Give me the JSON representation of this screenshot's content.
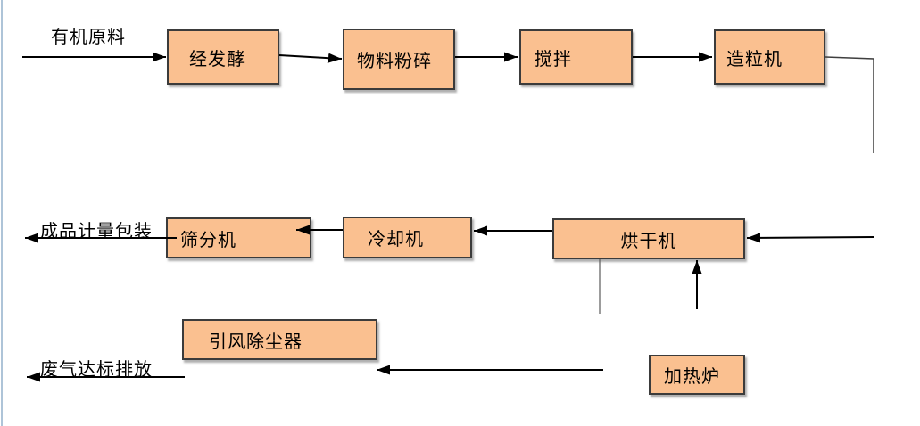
{
  "diagram": {
    "type": "process-flowchart",
    "subject": "organic fertilizer production process",
    "colors": {
      "box_fill": "#FAC090",
      "box_border": "#3B3B3B",
      "arrow": "#000000",
      "text": "#000000",
      "page_edge_line": "#AEC4D8",
      "background": "#FFFFFF"
    },
    "nodes": [
      {
        "id": "fermentation",
        "label": "经发酵"
      },
      {
        "id": "crushing",
        "label": "物料粉碎"
      },
      {
        "id": "mixing",
        "label": "搅拌"
      },
      {
        "id": "granulator",
        "label": "造粒机"
      },
      {
        "id": "screening",
        "label": "筛分机"
      },
      {
        "id": "cooling",
        "label": "冷却机"
      },
      {
        "id": "drying",
        "label": "烘干机"
      },
      {
        "id": "dust_collector",
        "label": "引风除尘器"
      },
      {
        "id": "heating_furnace",
        "label": "加热炉"
      }
    ],
    "labels": [
      {
        "id": "raw_material",
        "text": "有机原料"
      },
      {
        "id": "packaging",
        "text": "成品计量包装"
      },
      {
        "id": "exhaust",
        "text": "废气达标排放"
      }
    ],
    "edges": [
      {
        "from": "有机原料",
        "to": "经发酵"
      },
      {
        "from": "经发酵",
        "to": "物料粉碎"
      },
      {
        "from": "物料粉碎",
        "to": "搅拌"
      },
      {
        "from": "搅拌",
        "to": "造粒机"
      },
      {
        "from": "造粒机",
        "to": "烘干机"
      },
      {
        "from": "烘干机",
        "to": "冷却机"
      },
      {
        "from": "冷却机",
        "to": "筛分机"
      },
      {
        "from": "筛分机",
        "to": "成品计量包装"
      },
      {
        "from": "加热炉",
        "to": "烘干机"
      },
      {
        "from": "烘干机",
        "to": "引风除尘器"
      },
      {
        "from": "引风除尘器",
        "to": "废气达标排放"
      }
    ]
  }
}
